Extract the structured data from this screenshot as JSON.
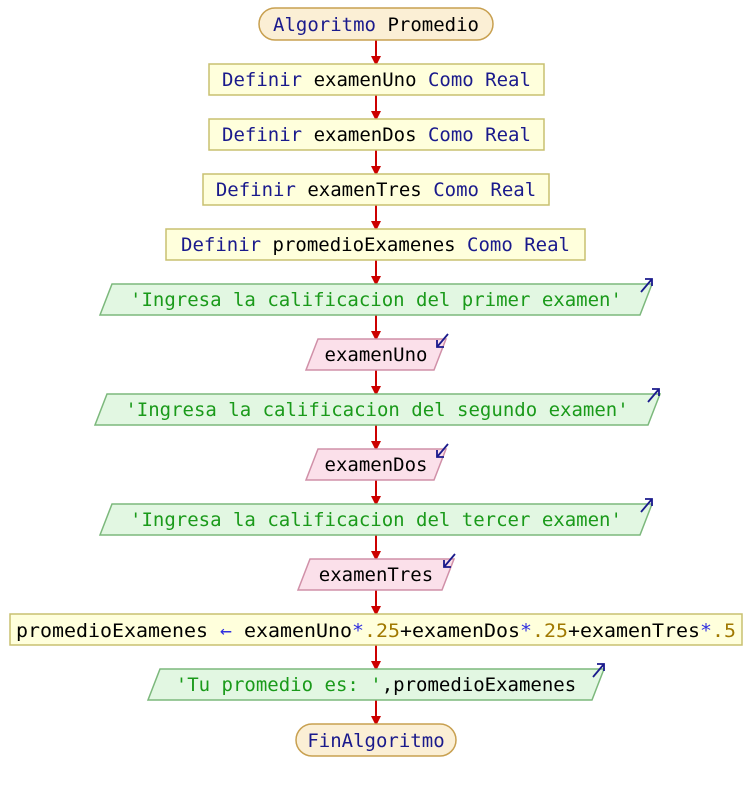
{
  "diagram": {
    "start": {
      "keyword": "Algoritmo",
      "name": "Promedio"
    },
    "definitions": [
      {
        "keyword": "Definir",
        "variable": "examenUno",
        "type_keyword": "Como Real"
      },
      {
        "keyword": "Definir",
        "variable": "examenDos",
        "type_keyword": "Como Real"
      },
      {
        "keyword": "Definir",
        "variable": "examenTres",
        "type_keyword": "Como Real"
      },
      {
        "keyword": "Definir",
        "variable": "promedioExamenes",
        "type_keyword": "Como Real"
      }
    ],
    "io_steps": [
      {
        "kind": "output",
        "text": "'Ingresa la calificacion del primer examen'"
      },
      {
        "kind": "input",
        "text": "examenUno"
      },
      {
        "kind": "output",
        "text": "'Ingresa la calificacion del segundo examen'"
      },
      {
        "kind": "input",
        "text": "examenDos"
      },
      {
        "kind": "output",
        "text": "'Ingresa la calificacion del tercer examen'"
      },
      {
        "kind": "input",
        "text": "examenTres"
      }
    ],
    "assignment": {
      "target": "promedioExamenes",
      "arrow": "←",
      "terms": [
        {
          "var": "examenUno",
          "mul": "*",
          "num": ".25",
          "plus": "+"
        },
        {
          "var": "examenDos",
          "mul": "*",
          "num": ".25",
          "plus": "+"
        },
        {
          "var": "examenTres",
          "mul": "*",
          "num": ".5",
          "plus": ""
        }
      ]
    },
    "final_output": {
      "string": "'Tu promedio es: '",
      "sep": ",",
      "var": "promedioExamenes"
    },
    "end": {
      "keyword": "FinAlgoritmo"
    }
  },
  "colors": {
    "terminal_fill": "#fbefd5",
    "terminal_stroke": "#c8a050",
    "process_fill": "#ffffdc",
    "process_stroke": "#c8c070",
    "output_fill": "#e2f7e2",
    "output_stroke": "#7cb87c",
    "input_fill": "#fbe0ea",
    "input_stroke": "#d090a8",
    "arrow": "#cc0000",
    "io_icon": "#1a1a8c"
  }
}
